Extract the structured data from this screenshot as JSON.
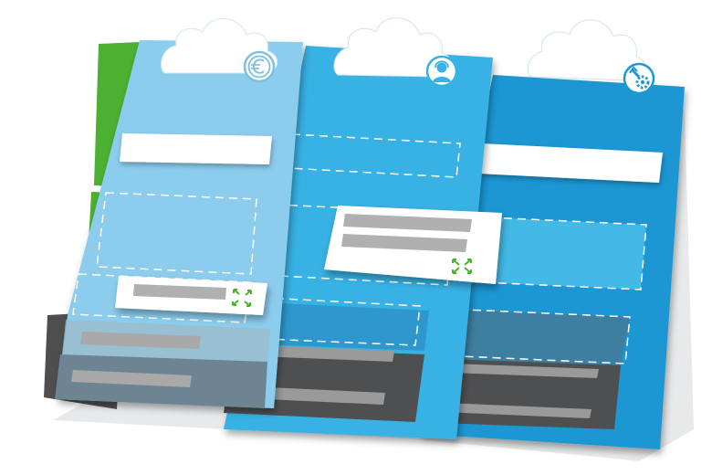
{
  "illustration": {
    "columns": [
      {
        "id": "pricing",
        "icon": "euro-icon",
        "color": "#8ccdee"
      },
      {
        "id": "support",
        "icon": "support-agent-icon",
        "color": "#39b1e4"
      },
      {
        "id": "technical",
        "icon": "tools-gear-icon",
        "color": "#1e97d3"
      }
    ],
    "sidebar": {
      "green_color": "#4cb132",
      "dark_color": "#4e4e4e"
    },
    "cards": [
      {
        "id": "pricing-card",
        "icon": "expand-arrows-icon"
      },
      {
        "id": "support-card",
        "icon": "expand-arrows-icon"
      }
    ]
  }
}
